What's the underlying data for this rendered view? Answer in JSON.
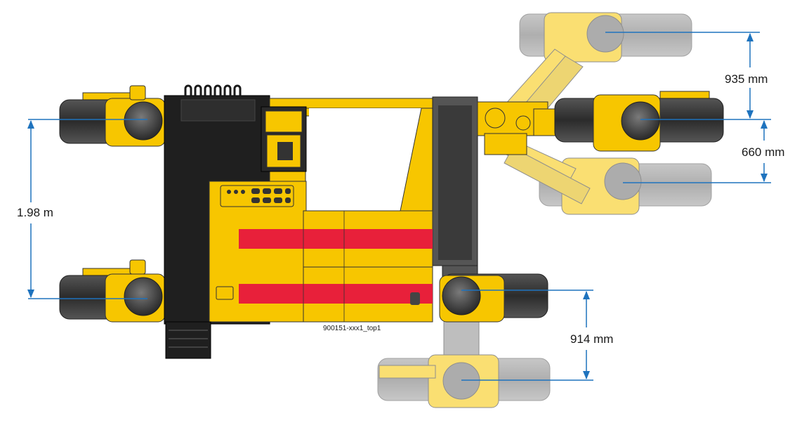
{
  "dimensions": {
    "width_label": "1.98 m",
    "front_spacing_1": "935 mm",
    "front_spacing_2": "660 mm",
    "rear_spacing": "914 mm"
  },
  "drawing_code": "900151-xxx1_top1",
  "colors": {
    "body_yellow": "#f7c600",
    "chassis_black": "#1f1f1f",
    "stripe_red": "#e8203a",
    "tire_dark": "#3a3a3a",
    "dimension_blue": "#1e73be"
  }
}
